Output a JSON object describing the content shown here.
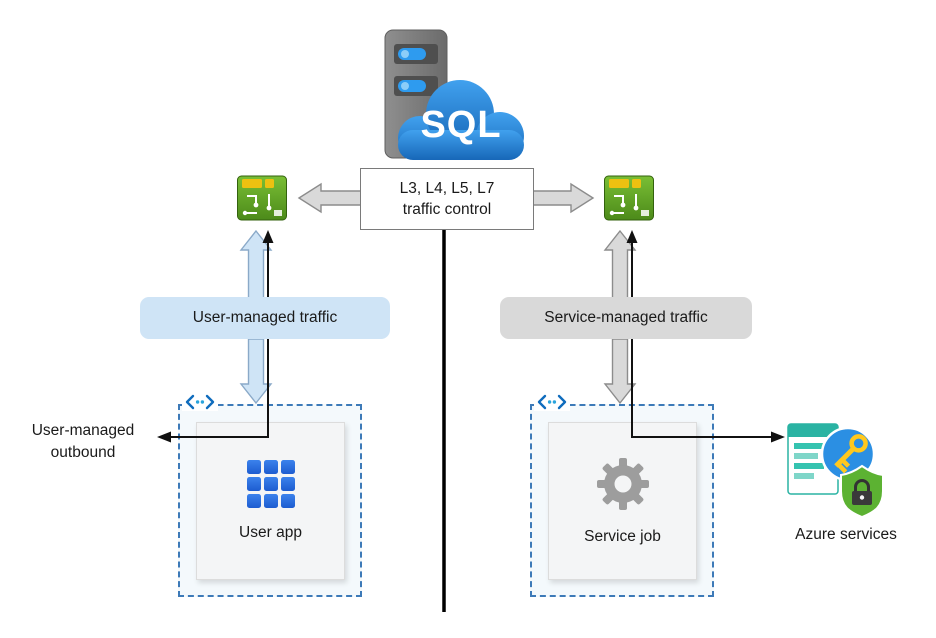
{
  "sql_server": {
    "label": "SQL"
  },
  "traffic_control": {
    "line1": "L3, L4, L5, L7",
    "line2": "traffic control"
  },
  "left_flow": {
    "traffic_label": "User-managed traffic",
    "app_label": "User app",
    "outbound_line1": "User-managed",
    "outbound_line2": "outbound"
  },
  "right_flow": {
    "traffic_label": "Service-managed traffic",
    "job_label": "Service job",
    "services_label": "Azure services"
  },
  "icons": {
    "sql_server": "azure-sql-server-icon",
    "left_gateway": "network-security-chip-icon",
    "right_gateway": "network-security-chip-icon",
    "user_app": "app-grid-icon",
    "service_job": "gear-icon",
    "code_left": "code-brackets-icon",
    "code_right": "code-brackets-icon",
    "azure_services": "azure-services-key-lock-icon"
  },
  "colors": {
    "user_fill": "#cfe4f6",
    "user_stroke": "#8aa9c8",
    "service_fill": "#d9d9d9",
    "service_stroke": "#8c8c8c",
    "dashed_border": "#3d7ab8",
    "divider": "#000000",
    "sql_cloud_blue": "#2382d8",
    "nsg_green": "#5f9b2d",
    "text": "#1a1a1a"
  }
}
